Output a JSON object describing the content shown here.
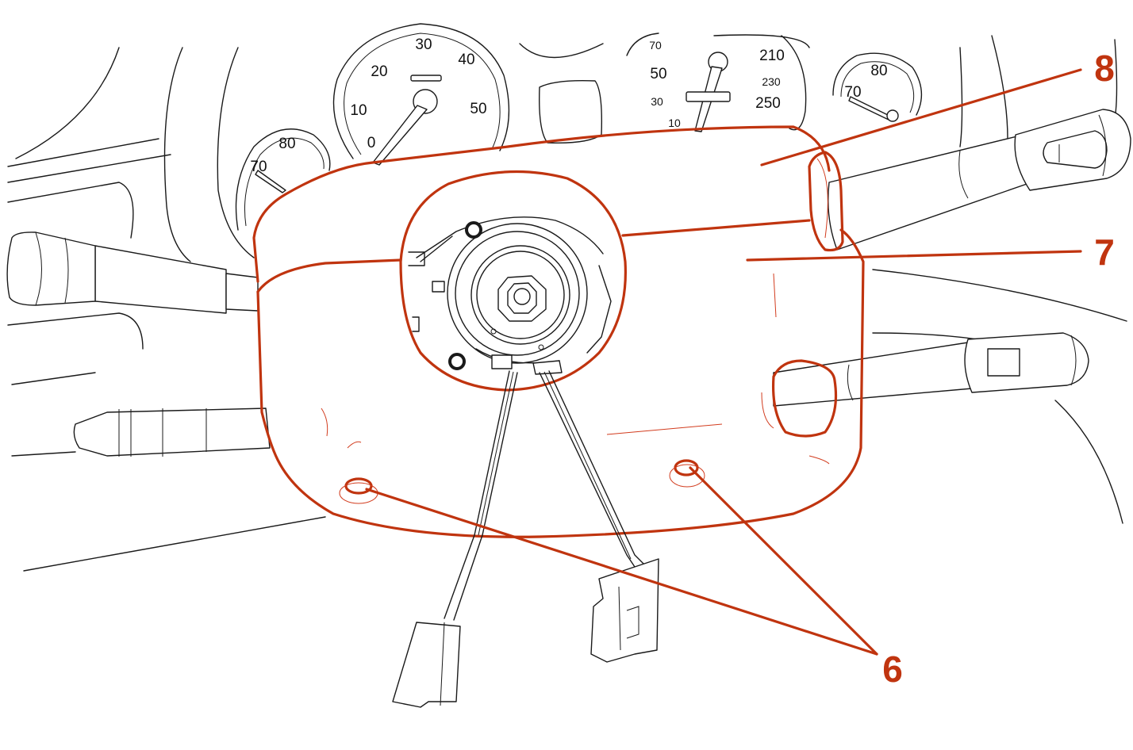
{
  "figure": {
    "callouts": [
      "8",
      "7",
      "6"
    ]
  },
  "gauges": {
    "speedometer": [
      "0",
      "10",
      "20",
      "30",
      "40",
      "50"
    ],
    "tachometer_large": [
      "210",
      "230",
      "250"
    ],
    "tachometer_small": [
      "10",
      "30",
      "50",
      "70"
    ],
    "left_small_gauge": [
      "70",
      "80"
    ],
    "right_small_gauge": [
      "70",
      "80"
    ]
  },
  "colors": {
    "highlight": "#c0340f",
    "line": "#1a1a1a",
    "background": "#ffffff"
  }
}
